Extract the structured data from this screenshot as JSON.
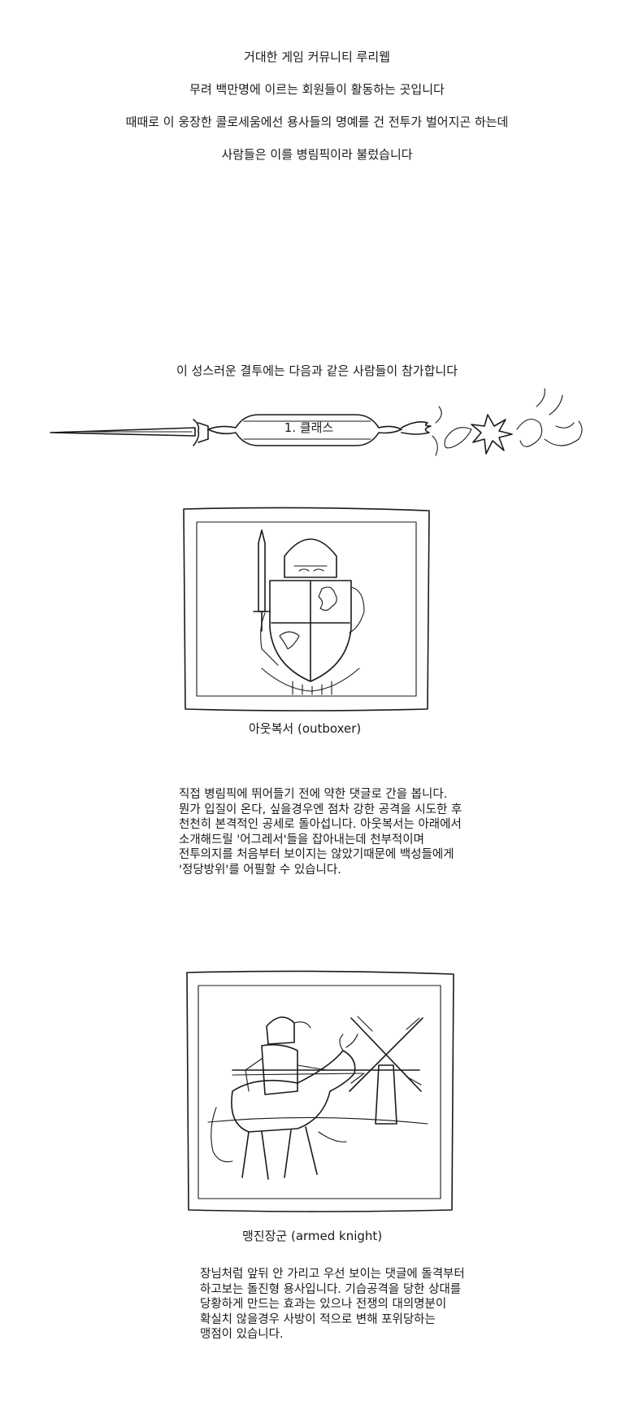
{
  "intro": {
    "lines": [
      "거대한 게임 커뮤니티 루리웹",
      "무려 백만명에 이르는 회원들이 활동하는 곳입니다",
      "때때로 이 웅장한 콜로세움에선 용사들의 명예를 건 전투가 벌어지곤 하는데",
      "사람들은 이를 병림픽이라 불렀습니다"
    ]
  },
  "participants_intro": "이 성스러운 결투에는 다음과 같은 사람들이 참가합니다",
  "section": {
    "banner_label": "1. 클래스"
  },
  "classes": [
    {
      "caption": "아웃복서 (outboxer)",
      "description": [
        "직접 병림픽에 뛰어들기 전에 약한 댓글로 간을 봅니다.",
        "뭔가 입질이 온다, 싶을경우엔 점차 강한 공격을 시도한 후",
        "천천히 본격적인 공세로 돌아섭니다. 아웃복서는 아래에서",
        "소개해드릴 '어그레서'들을 잡아내는데 천부적이며",
        "전투의지를 처음부터 보이지는 않았기때문에 백성들에게",
        "'정당방위'를 어필할 수 있습니다."
      ]
    },
    {
      "caption": "맹진장군 (armed knight)",
      "description": [
        "장님처럼 앞뒤 안 가리고 우선 보이는 댓글에 돌격부터",
        "하고보는 돌진형 용사입니다. 기습공격을 당한 상대를",
        "당황하게 만드는 효과는 있으나 전쟁의 대의명분이",
        "확실치 않을경우 사방이 적으로 변해 포위당하는",
        "맹점이 있습니다."
      ]
    }
  ],
  "colors": {
    "ink": "#1a1a1a",
    "paper": "#ffffff"
  }
}
